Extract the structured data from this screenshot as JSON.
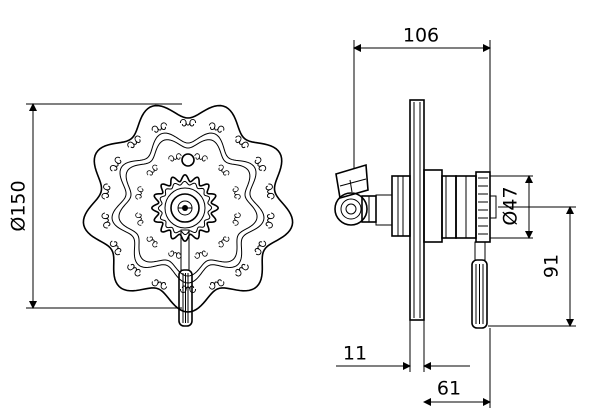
{
  "dimensions": {
    "overall_diameter": "Ø150",
    "total_depth": "106",
    "outlet_diameter": "Ø47",
    "handle_drop": "91",
    "plate_thickness": "11",
    "body_depth": "61"
  }
}
